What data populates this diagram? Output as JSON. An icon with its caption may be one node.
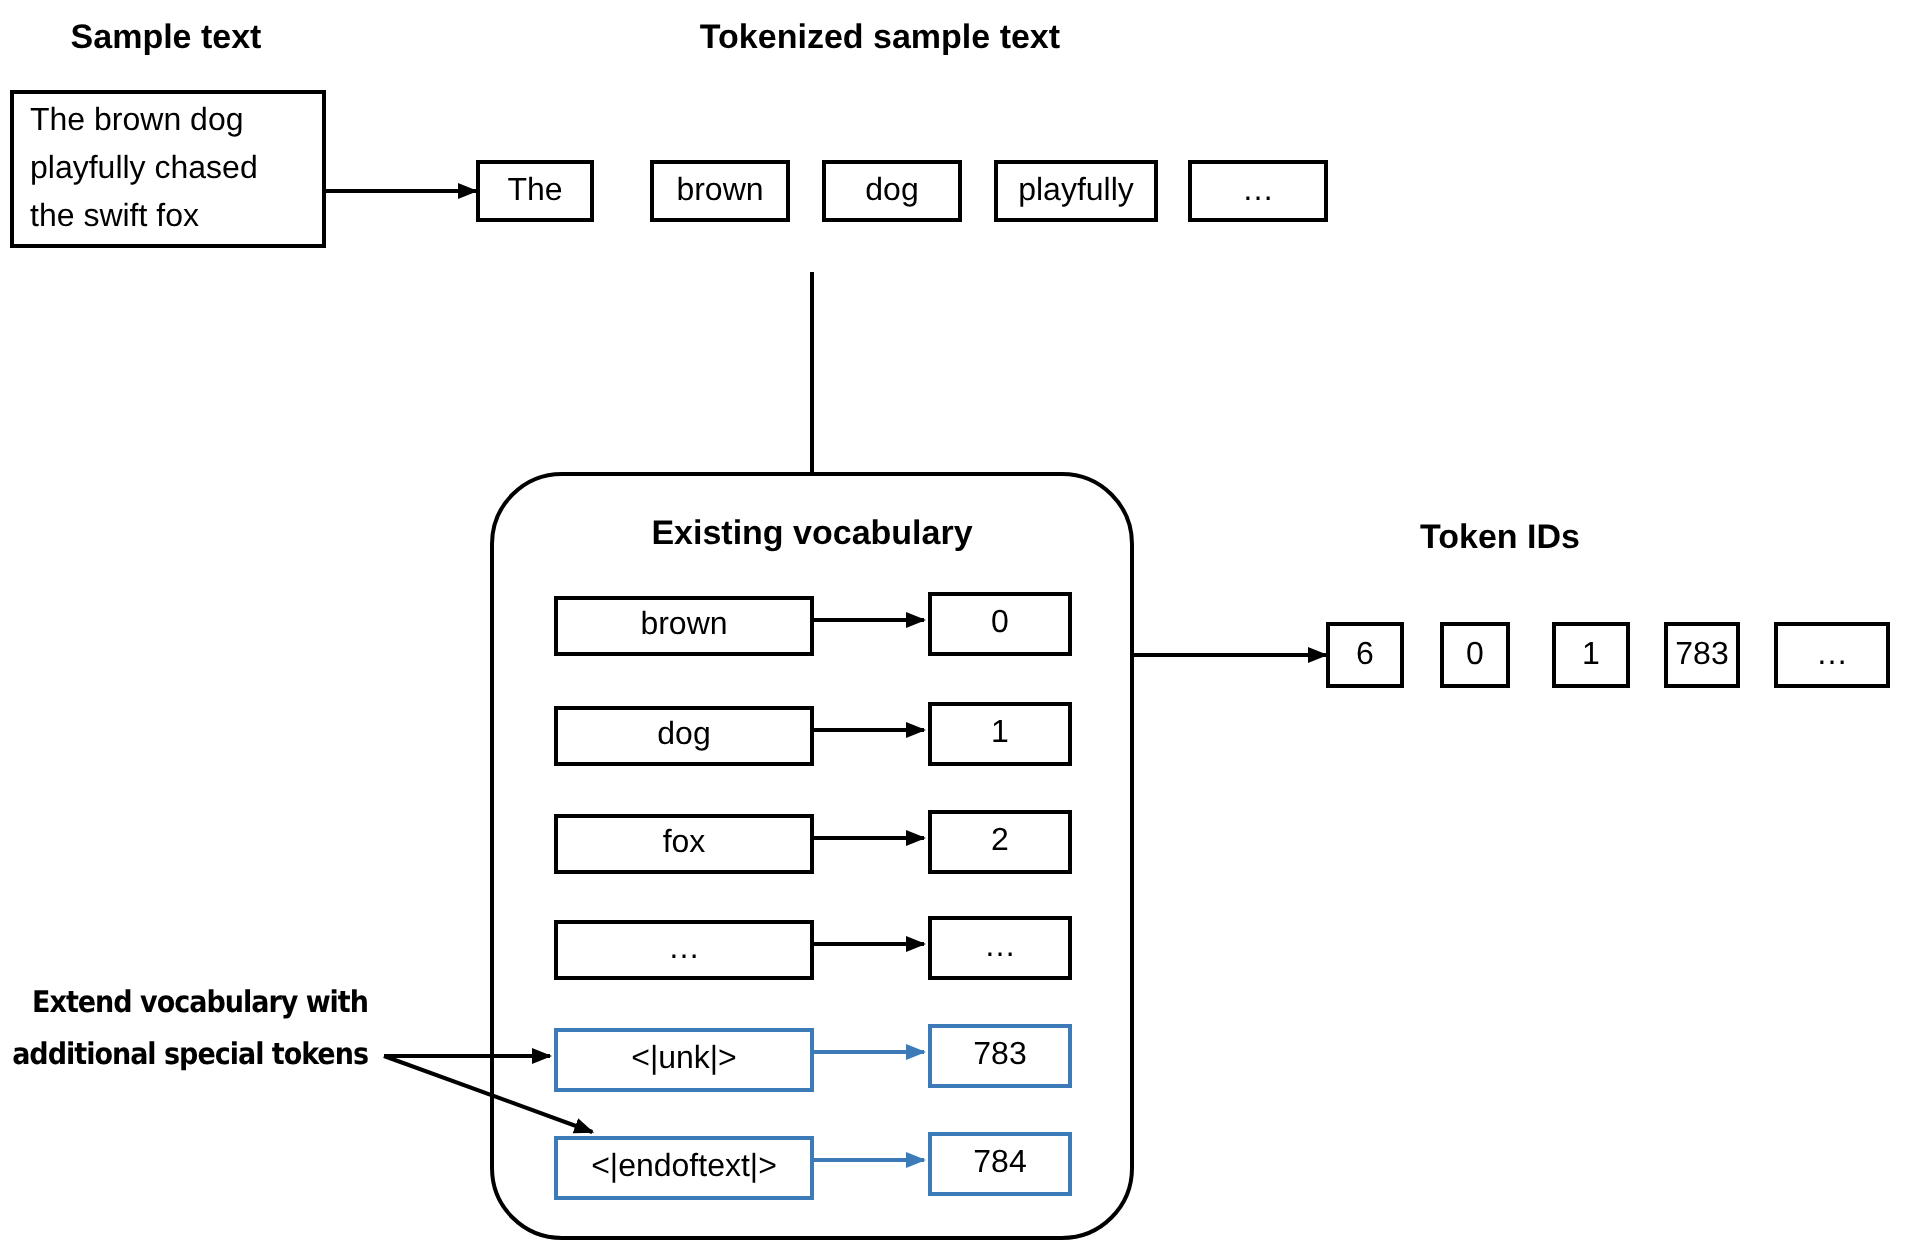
{
  "diagram": {
    "nodes": [
      {
        "text": [
          "The brown dog playfully chased the swift fox"
        ]
      },
      {
        "text": [
          "The"
        ]
      },
      {
        "text": [
          "brown"
        ]
      },
      {
        "text": [
          "dog"
        ]
      },
      {
        "text": [
          "playfully"
        ]
      },
      {
        "text": [
          "…"
        ]
      },
      {
        "text": [
          "Existing vocabulary"
        ]
      },
      {
        "text": [
          "brown"
        ],
        "in": 6
      },
      {
        "text": [
          "0"
        ],
        "in": 6
      },
      {
        "text": [
          "dog"
        ],
        "in": 6
      },
      {
        "text": [
          "1"
        ],
        "in": 6
      },
      {
        "text": [
          "fox"
        ],
        "in": 6
      },
      {
        "text": [
          "2"
        ],
        "in": 6
      },
      {
        "text": [
          "…"
        ],
        "in": 6
      },
      {
        "text": [
          "…"
        ],
        "in": 6
      },
      {
        "text": [
          "<|unk|>"
        ],
        "in": 6
      },
      {
        "text": [
          "783"
        ],
        "in": 6
      },
      {
        "text": [
          "<|endoftext|>"
        ],
        "in": 6
      },
      {
        "text": [
          "784"
        ],
        "in": 6
      },
      {
        "text": [
          "Extend vocabulary with additional special tokens"
        ]
      },
      {
        "text": [
          "6"
        ]
      },
      {
        "text": [
          "0"
        ]
      },
      {
        "text": [
          "1"
        ]
      },
      {
        "text": [
          "783"
        ]
      },
      {
        "text": [
          "…"
        ]
      }
    ],
    "edges": [
      {
        "from": 0,
        "to": 1,
        "arrow": "to"
      },
      {
        "from": null,
        "to": 6,
        "arrow": "none"
      },
      {
        "from": 6,
        "to": 20,
        "arrow": "to"
      },
      {
        "from": 7,
        "to": 8,
        "arrow": "to"
      },
      {
        "from": 9,
        "to": 10,
        "arrow": "to"
      },
      {
        "from": 11,
        "to": 12,
        "arrow": "to"
      },
      {
        "from": 13,
        "to": 14,
        "arrow": "to"
      },
      {
        "from": 15,
        "to": 16,
        "arrow": "to",
        "color": "#3d7ab8"
      },
      {
        "from": 17,
        "to": 18,
        "arrow": "to",
        "color": "#3d7ab8"
      },
      {
        "from": 19,
        "to": 15,
        "arrow": "to"
      },
      {
        "from": 19,
        "to": 17,
        "arrow": "to"
      }
    ],
    "labels": [
      "Sample text",
      "Tokenized sample text",
      "Token IDs"
    ]
  }
}
